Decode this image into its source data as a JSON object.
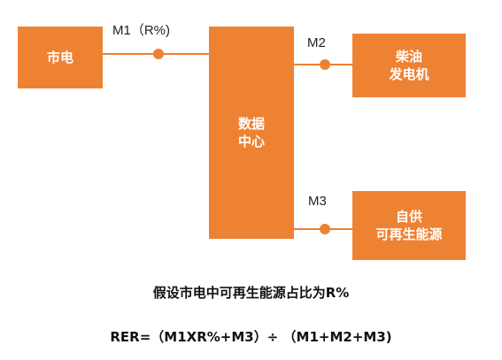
{
  "nodes": {
    "grid": "市电",
    "datacenter": "数据\n中心",
    "generator": "柴油\n发电机",
    "renewable": "自供\n可再生能源"
  },
  "meters": {
    "m1": "M1（R%)",
    "m2": "M2",
    "m3": "M3"
  },
  "caption": "假设市电中可再生能源占比为R%",
  "formula": "RER=（M1XR%+M3）÷ （M1+M2+M3)",
  "colors": {
    "box": "#EE8233",
    "line": "#EE8233",
    "text": "#111111"
  }
}
